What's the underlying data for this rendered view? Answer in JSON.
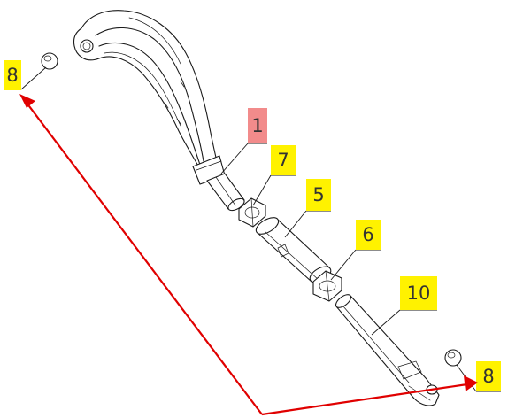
{
  "callouts": {
    "part_1": "1",
    "part_7": "7",
    "part_5": "5",
    "part_6": "6",
    "part_10": "10",
    "part_8_left": "8",
    "part_8_right": "8"
  },
  "colors": {
    "callout_highlight": "#fff200",
    "callout_selected": "#f28b8b",
    "arrow": "#e00000",
    "line": "#1a1a1a"
  }
}
